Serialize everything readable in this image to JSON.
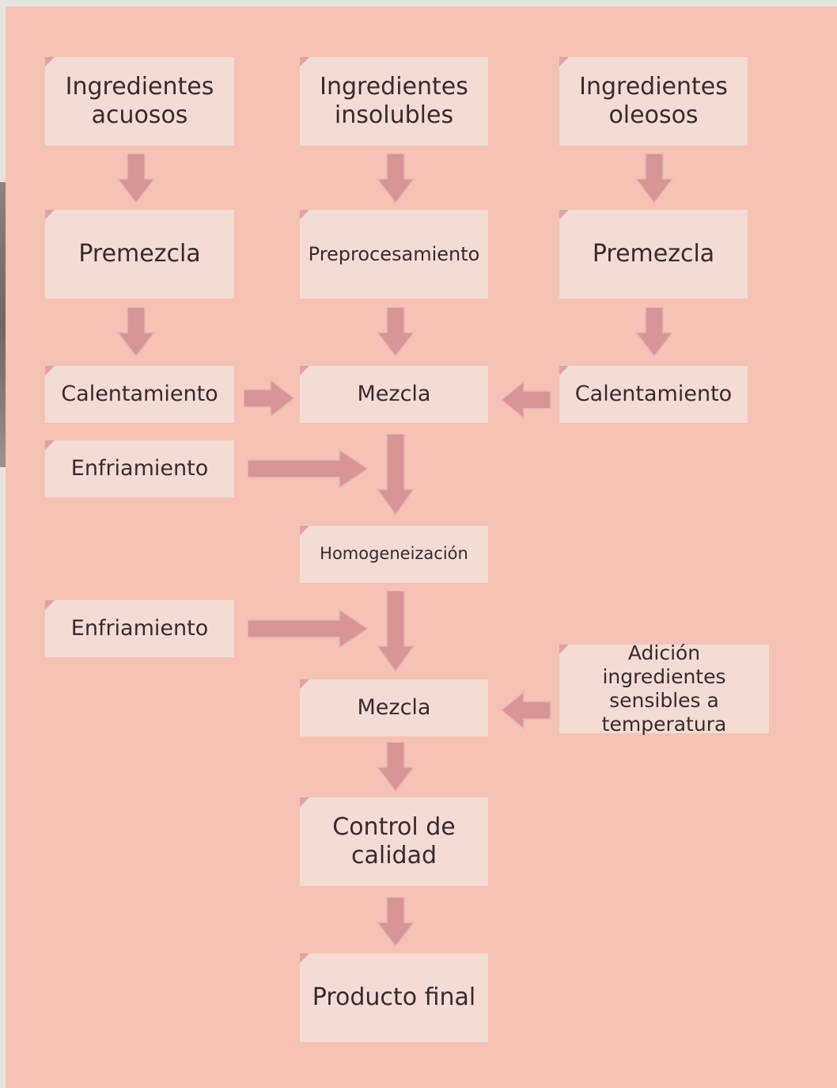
{
  "diagram": {
    "colors": {
      "background": "#f5c2b5",
      "box": "#f4dcd5",
      "arrow": "#d79597",
      "corner": "#de9aa3",
      "text": "#3a2a2a"
    },
    "nodes": {
      "ing_acuosos": "Ingredientes acuosos",
      "ing_insolubles": "Ingredientes insolubles",
      "ing_oleosos": "Ingredientes oleosos",
      "premezcla_left": "Premezcla",
      "preprocesamiento": "Preprocesamiento",
      "premezcla_right": "Premezcla",
      "calentamiento_left": "Calentamiento",
      "mezcla_1": "Mezcla",
      "calentamiento_right": "Calentamiento",
      "enfriamiento_1": "Enfriamiento",
      "homogeneizacion": "Homogeneización",
      "enfriamiento_2": "Enfriamiento",
      "mezcla_2": "Mezcla",
      "adicion": "Adición ingredientes sensibles a temperatura",
      "control": "Control de calidad",
      "producto": "Producto final"
    },
    "arrow_style": "block-arrow"
  }
}
